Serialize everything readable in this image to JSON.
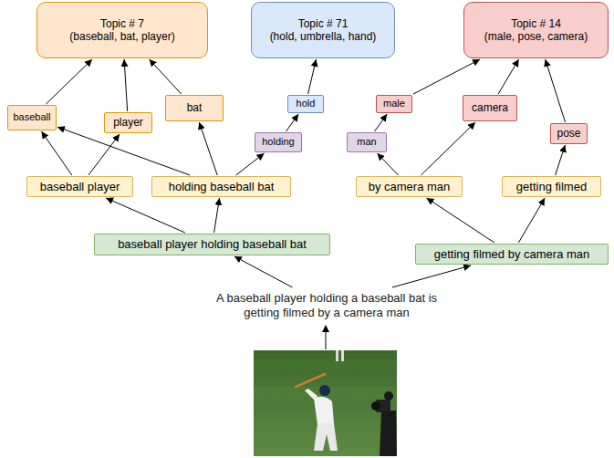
{
  "diagram": {
    "nodes": [
      {
        "text": [
          "Topic # 7",
          "(baseball, bat, player)"
        ]
      },
      {
        "text": [
          "Topic # 71",
          "(hold, umbrella, hand)"
        ]
      },
      {
        "text": [
          "Topic # 14",
          "(male, pose, camera)"
        ]
      },
      {
        "text": [
          "baseball"
        ]
      },
      {
        "text": [
          "player"
        ]
      },
      {
        "text": [
          "bat"
        ]
      },
      {
        "text": [
          "hold"
        ]
      },
      {
        "text": [
          "male"
        ]
      },
      {
        "text": [
          "camera"
        ]
      },
      {
        "text": [
          "holding"
        ]
      },
      {
        "text": [
          "man"
        ]
      },
      {
        "text": [
          "pose"
        ]
      },
      {
        "text": [
          "baseball player"
        ]
      },
      {
        "text": [
          "holding baseball bat"
        ]
      },
      {
        "text": [
          "by camera man"
        ]
      },
      {
        "text": [
          "getting filmed"
        ]
      },
      {
        "text": [
          "baseball player holding baseball bat"
        ]
      },
      {
        "text": [
          "getting filmed by camera man"
        ]
      },
      {
        "text": [
          "A baseball player holding a baseball bat is getting filmed by a camera man"
        ]
      }
    ],
    "edges": [
      {
        "from": 18,
        "to": 16,
        "arrow": "to"
      },
      {
        "from": 18,
        "to": 17,
        "arrow": "to"
      },
      {
        "from": 16,
        "to": 12,
        "arrow": "to"
      },
      {
        "from": 16,
        "to": 13,
        "arrow": "to"
      },
      {
        "from": 17,
        "to": 14,
        "arrow": "to"
      },
      {
        "from": 17,
        "to": 15,
        "arrow": "to"
      },
      {
        "from": 12,
        "to": 3,
        "arrow": "to"
      },
      {
        "from": 12,
        "to": 4,
        "arrow": "to"
      },
      {
        "from": 13,
        "to": 3,
        "arrow": "to"
      },
      {
        "from": 13,
        "to": 5,
        "arrow": "to"
      },
      {
        "from": 13,
        "to": 9,
        "arrow": "to"
      },
      {
        "from": 14,
        "to": 10,
        "arrow": "to"
      },
      {
        "from": 14,
        "to": 8,
        "arrow": "to"
      },
      {
        "from": 15,
        "to": 11,
        "arrow": "to"
      },
      {
        "from": 3,
        "to": 0,
        "arrow": "to"
      },
      {
        "from": 4,
        "to": 0,
        "arrow": "to"
      },
      {
        "from": 5,
        "to": 0,
        "arrow": "to"
      },
      {
        "from": 9,
        "to": 6,
        "arrow": "to"
      },
      {
        "from": 6,
        "to": 1,
        "arrow": "to"
      },
      {
        "from": 10,
        "to": 7,
        "arrow": "to"
      },
      {
        "from": 7,
        "to": 2,
        "arrow": "to"
      },
      {
        "from": 8,
        "to": 2,
        "arrow": "to"
      },
      {
        "from": 11,
        "to": 2,
        "arrow": "to"
      }
    ]
  }
}
